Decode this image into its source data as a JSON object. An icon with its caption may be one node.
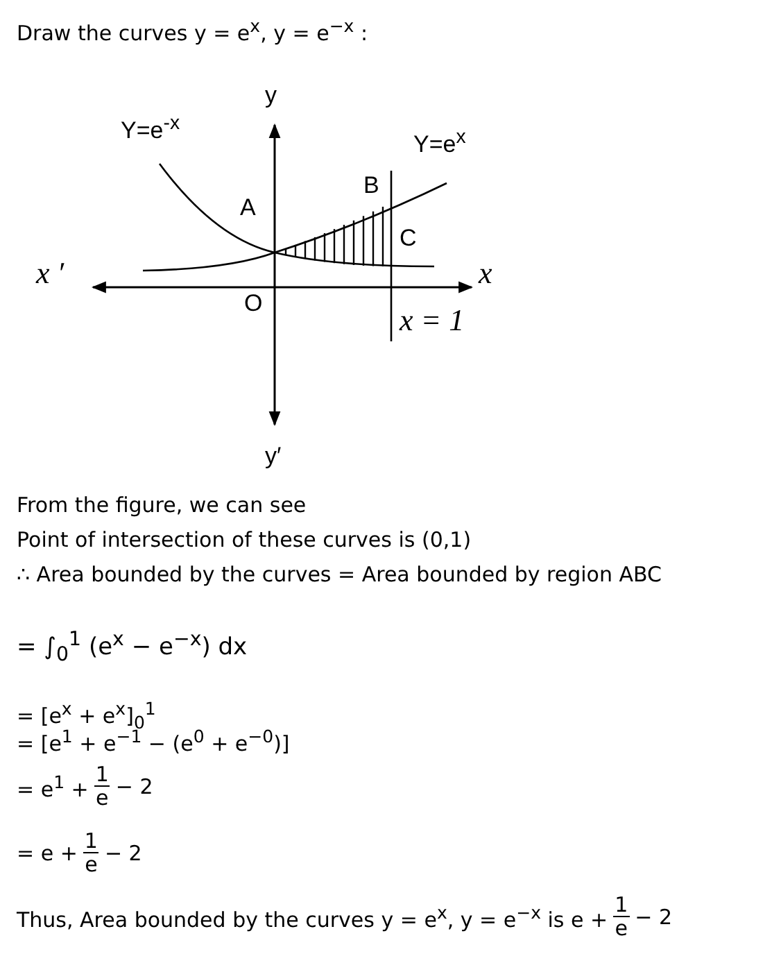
{
  "diagram": {
    "title": "Draw the curves y = e$^{x}$, y = e$^{−x}$ :",
    "labels": [
      "Y=e$^{-x}$",
      "y",
      "Y=e$^{x}$",
      "B",
      "A",
      "C",
      "x ′",
      "x",
      "O",
      "x = 1",
      "y′",
      "From the figure, we can see",
      "Point of intersection of these curves is (0,1)",
      "∴  Area bounded by the curves = Area bounded by region ABC",
      "= ∫$_{0}$$^{1}$ (e$^{x}$ − e$^{−x}$) dx",
      "= [e$^{x}$ + e$^{x}$]$_{0}$$^{1}$",
      "= [e$^{1}$ + e$^{−1}$ − (e$^{0}$ + e$^{−0}$)]",
      "= e$^{1}$ +",
      "1",
      "e",
      "− 2",
      "= e +",
      "1",
      "e",
      "− 2",
      "Thus, Area bounded by the curves y = e$^{x}$, y = e$^{−x}$ is e +",
      "1",
      "e",
      "− 2"
    ]
  }
}
